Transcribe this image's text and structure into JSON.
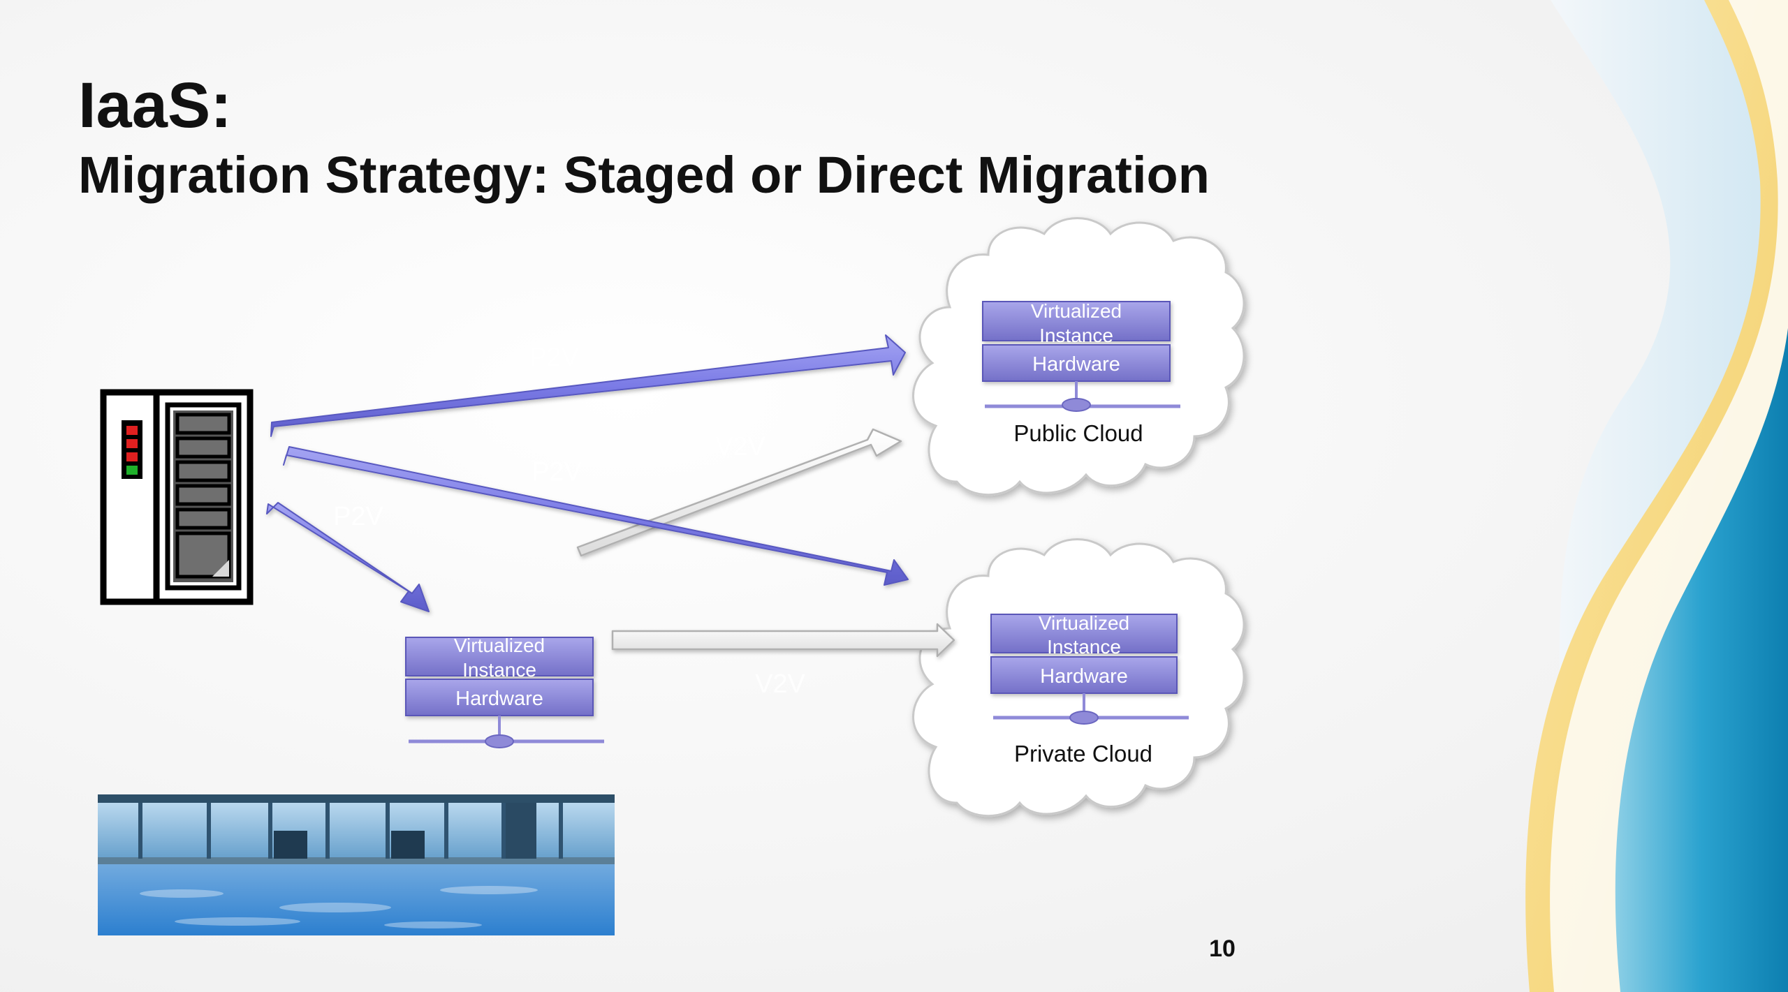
{
  "slide": {
    "title": "IaaS:",
    "subtitle": "Migration Strategy: Staged or Direct Migration",
    "page_number": "10"
  },
  "arrows": {
    "p2v_public": "P2V",
    "p2v_private": "P2V",
    "p2v_staged": "P2V",
    "v2v_public": "V2V",
    "v2v_private": "V2V"
  },
  "staged_host": {
    "virtualized_line1": "Virtualized",
    "virtualized_line2": "Instance",
    "hardware": "Hardware"
  },
  "public_cloud": {
    "virtualized_line1": "Virtualized",
    "virtualized_line2": "Instance",
    "hardware": "Hardware",
    "label": "Public Cloud"
  },
  "private_cloud": {
    "virtualized_line1": "Virtualized",
    "virtualized_line2": "Instance",
    "hardware": "Hardware",
    "label": "Private Cloud"
  },
  "icons": {
    "server": "physical-server-icon",
    "building": "office-building-photo"
  },
  "colors": {
    "arrow_blue": "#7f7fe6",
    "box_purple": "#8a86d8",
    "title_text": "#111111",
    "wave_blue": "#1d96c6",
    "wave_yellow": "#f7d77f"
  }
}
